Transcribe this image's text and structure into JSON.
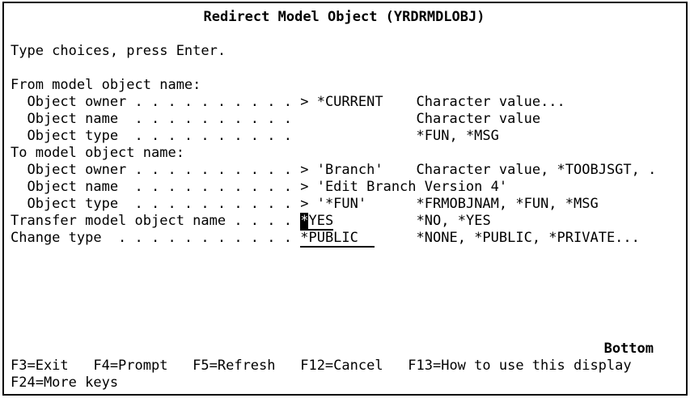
{
  "screen": {
    "title": "Redirect Model Object (YRDRMDLOBJ)",
    "instruction": "Type choices, press Enter.",
    "sections": {
      "from_header": "From model object name:",
      "to_header": "To model object name:"
    },
    "params": {
      "from_owner": {
        "label": "  Object owner . . . . . . . . . . > ",
        "value": "*CURRENT",
        "pad": "    ",
        "hint": "Character value..."
      },
      "from_name": {
        "label": "  Object name  . . . . . . . . . .",
        "pad": "               ",
        "hint": "Character value"
      },
      "from_type": {
        "label": "  Object type  . . . . . . . . . .",
        "pad": "               ",
        "hint": "*FUN, *MSG"
      },
      "to_owner": {
        "label": "  Object owner . . . . . . . . . . > ",
        "value": "'Branch'",
        "pad": "    ",
        "hint": "Character value, *TOOBJSGT, ."
      },
      "to_name": {
        "label": "  Object name  . . . . . . . . . . > ",
        "value": "'Edit Branch Version 4'",
        "pad": "",
        "hint": ""
      },
      "to_type": {
        "label": "  Object type  . . . . . . . . . . > ",
        "value": "'*FUN'",
        "pad": "      ",
        "hint": "*FRMOBJNAM, *FUN, *MSG"
      },
      "transfer": {
        "label": "Transfer model object name . . . . ",
        "cursor_char": "*",
        "value_rest": "YES",
        "pad": "          ",
        "hint": "*NO, *YES"
      },
      "change": {
        "label": "Change type  . . . . . . . . . . . ",
        "value": "*PUBLIC  ",
        "pad": "     ",
        "hint": "*NONE, *PUBLIC, *PRIVATE..."
      }
    },
    "bottom_indicator": "Bottom",
    "function_keys_line1": "F3=Exit   F4=Prompt   F5=Refresh   F12=Cancel   F13=How to use this display",
    "function_keys_line2": "F24=More keys"
  }
}
